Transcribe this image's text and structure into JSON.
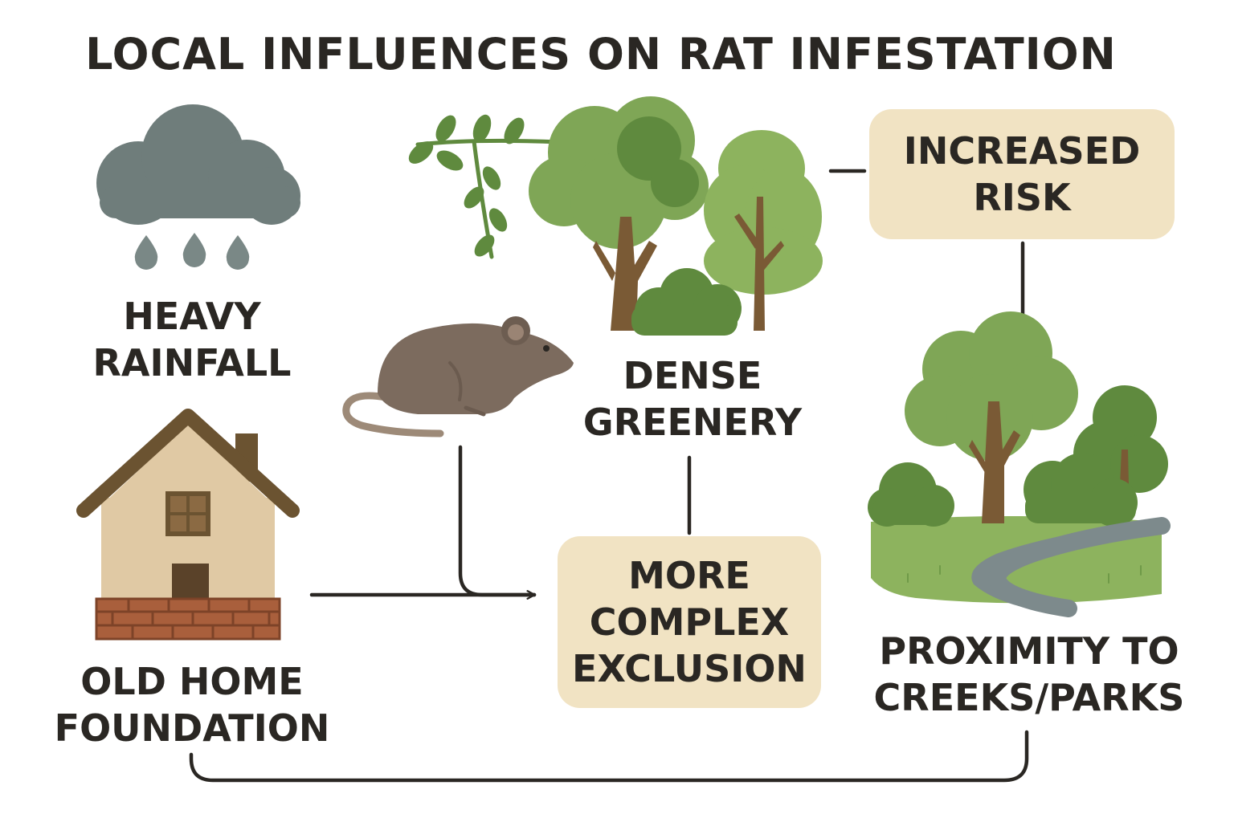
{
  "title": "LOCAL INFLUENCES ON RAT INFESTATION",
  "nodes": {
    "rainfall": {
      "line1": "HEAVY",
      "line2": "RAINFALL",
      "icon": "rain-cloud-icon"
    },
    "greenery": {
      "line1": "DENSE",
      "line2": "GREENERY",
      "icon": "trees-icon"
    },
    "risk": {
      "line1": "INCREASED",
      "line2": "RISK"
    },
    "foundation": {
      "line1": "OLD HOME",
      "line2": "FOUNDATION",
      "icon": "house-icon"
    },
    "exclusion": {
      "line1": "MORE",
      "line2": "COMPLEX",
      "line3": "EXCLUSION"
    },
    "creeks": {
      "line1": "PROXIMITY TO",
      "line2": "CREEKS/PARKS",
      "icon": "park-creek-icon"
    },
    "rat": {
      "icon": "rat-icon"
    }
  },
  "edges": [
    {
      "from": "foundation",
      "to": "exclusion",
      "arrow": true
    },
    {
      "from": "rat",
      "to": "exclusion",
      "arrow": true
    },
    {
      "from": "greenery",
      "to": "exclusion",
      "arrow": false
    },
    {
      "from": "greenery",
      "to": "risk",
      "arrow": false
    },
    {
      "from": "risk",
      "to": "creeks",
      "arrow": false
    },
    {
      "from": "foundation",
      "to": "creeks",
      "arrow": false
    }
  ],
  "colors": {
    "text": "#2a2723",
    "box": "#f1e3c3",
    "cloud": "#6f7d7b",
    "leaf": "#7fa656",
    "leaf_dark": "#5f8a3e",
    "trunk": "#7a5a35",
    "rat": "#7c6b5e",
    "house_wall": "#e0c9a4",
    "roof": "#6b5331",
    "brick": "#a95f3c",
    "grass": "#8db35e",
    "water": "#7d8a8c"
  }
}
